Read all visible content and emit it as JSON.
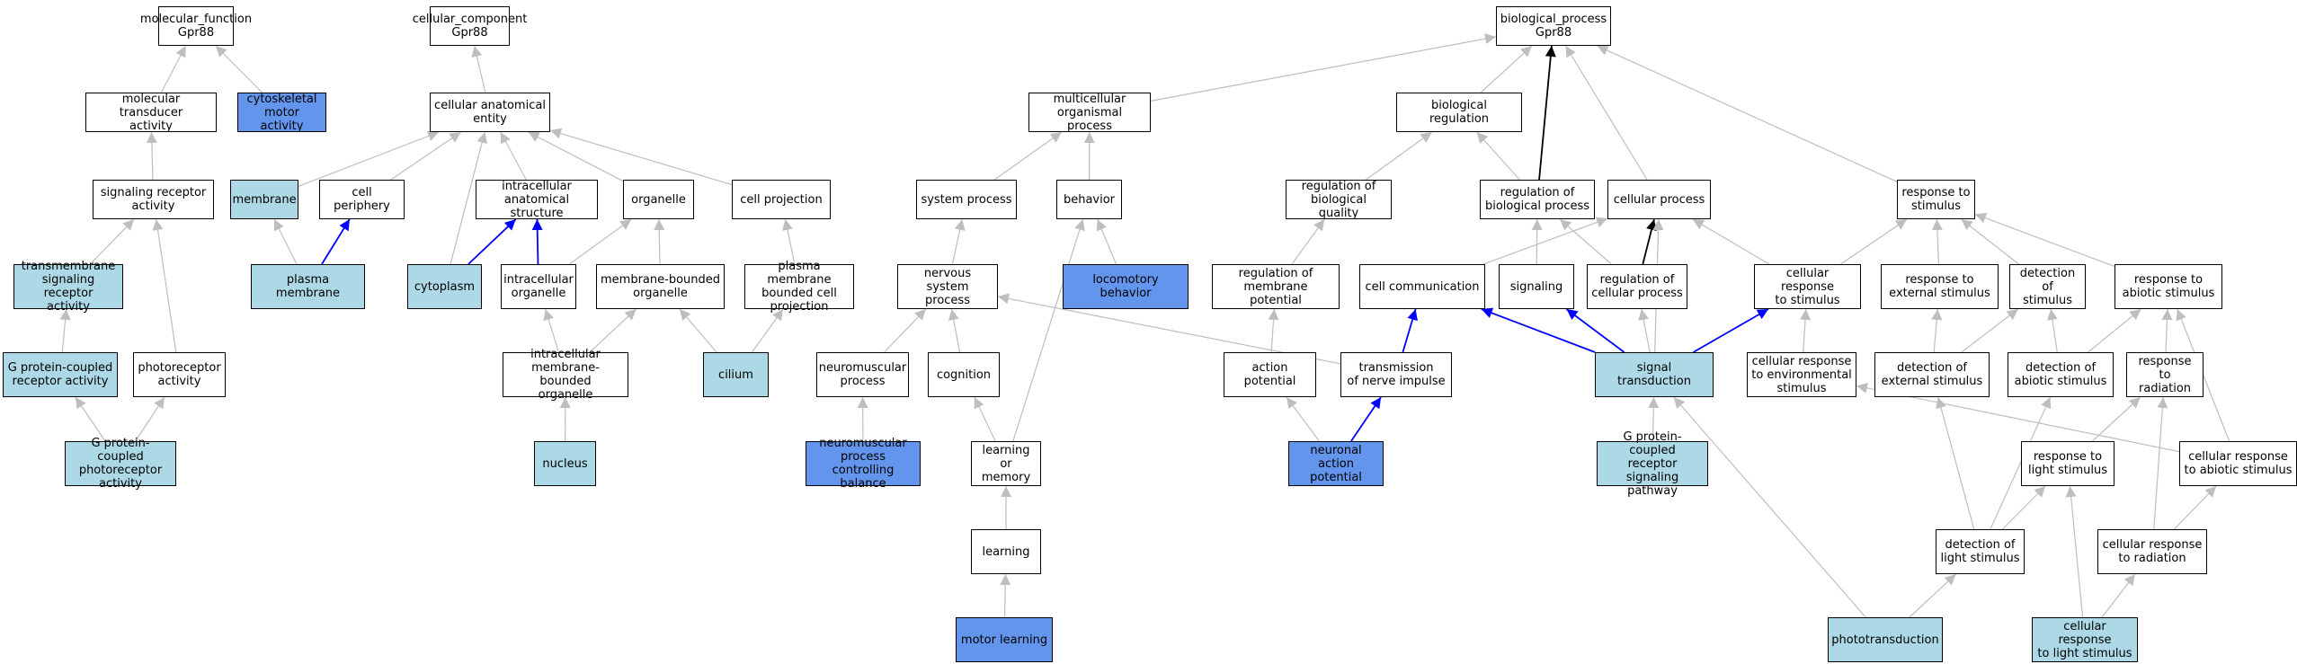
{
  "colors": {
    "light_node": "#add8e6",
    "dark_node": "#6495ed",
    "plain_node": "#ffffff",
    "edge_gray": "#bebebe",
    "edge_blue": "#0000ff",
    "edge_black": "#000000"
  },
  "nodes": [
    {
      "id": "mf",
      "label": "molecular_function\nGpr88",
      "fill": "white"
    },
    {
      "id": "cc",
      "label": "cellular_component\nGpr88",
      "fill": "white"
    },
    {
      "id": "bp",
      "label": "biological_process\nGpr88",
      "fill": "white"
    },
    {
      "id": "mta",
      "label": "molecular transducer\nactivity",
      "fill": "white"
    },
    {
      "id": "cma",
      "label": "cytoskeletal\nmotor activity",
      "fill": "dark"
    },
    {
      "id": "cae",
      "label": "cellular anatomical\nentity",
      "fill": "white"
    },
    {
      "id": "mop",
      "label": "multicellular\norganismal process",
      "fill": "white"
    },
    {
      "id": "breg",
      "label": "biological regulation",
      "fill": "white"
    },
    {
      "id": "sra",
      "label": "signaling receptor\nactivity",
      "fill": "white"
    },
    {
      "id": "memb",
      "label": "membrane",
      "fill": "light"
    },
    {
      "id": "cper",
      "label": "cell periphery",
      "fill": "white"
    },
    {
      "id": "ias",
      "label": "intracellular\nanatomical structure",
      "fill": "white"
    },
    {
      "id": "org",
      "label": "organelle",
      "fill": "white"
    },
    {
      "id": "cproj",
      "label": "cell projection",
      "fill": "white"
    },
    {
      "id": "sysp",
      "label": "system process",
      "fill": "white"
    },
    {
      "id": "beh",
      "label": "behavior",
      "fill": "white"
    },
    {
      "id": "rbq",
      "label": "regulation of\nbiological quality",
      "fill": "white"
    },
    {
      "id": "rbp",
      "label": "regulation of\nbiological process",
      "fill": "white"
    },
    {
      "id": "cellp",
      "label": "cellular process",
      "fill": "white"
    },
    {
      "id": "rts",
      "label": "response to\nstimulus",
      "fill": "white"
    },
    {
      "id": "tsra",
      "label": "transmembrane\nsignaling receptor\nactivity",
      "fill": "light"
    },
    {
      "id": "pm",
      "label": "plasma membrane",
      "fill": "light"
    },
    {
      "id": "cyto",
      "label": "cytoplasm",
      "fill": "light"
    },
    {
      "id": "io",
      "label": "intracellular\norganelle",
      "fill": "white"
    },
    {
      "id": "mbo",
      "label": "membrane-bounded\norganelle",
      "fill": "white"
    },
    {
      "id": "pmbcp",
      "label": "plasma membrane\nbounded cell\nprojection",
      "fill": "white"
    },
    {
      "id": "nsp",
      "label": "nervous system\nprocess",
      "fill": "white"
    },
    {
      "id": "locb",
      "label": "locomotory behavior",
      "fill": "dark"
    },
    {
      "id": "rmp",
      "label": "regulation of\nmembrane potential",
      "fill": "white"
    },
    {
      "id": "ccom",
      "label": "cell communication",
      "fill": "white"
    },
    {
      "id": "sig",
      "label": "signaling",
      "fill": "white"
    },
    {
      "id": "rcp",
      "label": "regulation of\ncellular process",
      "fill": "white"
    },
    {
      "id": "crs",
      "label": "cellular response\nto stimulus",
      "fill": "white"
    },
    {
      "id": "res",
      "label": "response to\nexternal stimulus",
      "fill": "white"
    },
    {
      "id": "dos",
      "label": "detection of\nstimulus",
      "fill": "white"
    },
    {
      "id": "ras",
      "label": "response to\nabiotic stimulus",
      "fill": "white"
    },
    {
      "id": "gpcra",
      "label": "G protein-coupled\nreceptor activity",
      "fill": "light"
    },
    {
      "id": "pra",
      "label": "photoreceptor\nactivity",
      "fill": "white"
    },
    {
      "id": "imbo",
      "label": "intracellular\nmembrane-bounded\norganelle",
      "fill": "white"
    },
    {
      "id": "cil",
      "label": "cilium",
      "fill": "light"
    },
    {
      "id": "nmp",
      "label": "neuromuscular\nprocess",
      "fill": "white"
    },
    {
      "id": "cog",
      "label": "cognition",
      "fill": "white"
    },
    {
      "id": "ap",
      "label": "action potential",
      "fill": "white"
    },
    {
      "id": "tni",
      "label": "transmission\nof nerve impulse",
      "fill": "white"
    },
    {
      "id": "st",
      "label": "signal transduction",
      "fill": "light"
    },
    {
      "id": "cres",
      "label": "cellular response\nto environmental\nstimulus",
      "fill": "white"
    },
    {
      "id": "does",
      "label": "detection of\nexternal stimulus",
      "fill": "white"
    },
    {
      "id": "doas",
      "label": "detection of\nabiotic stimulus",
      "fill": "white"
    },
    {
      "id": "rtr",
      "label": "response to\nradiation",
      "fill": "white"
    },
    {
      "id": "gpcpa",
      "label": "G protein-coupled\nphotoreceptor\nactivity",
      "fill": "light"
    },
    {
      "id": "nuc",
      "label": "nucleus",
      "fill": "light"
    },
    {
      "id": "npcb",
      "label": "neuromuscular\nprocess controlling\nbalance",
      "fill": "dark"
    },
    {
      "id": "lom",
      "label": "learning or\nmemory",
      "fill": "white"
    },
    {
      "id": "nap",
      "label": "neuronal action\npotential",
      "fill": "dark"
    },
    {
      "id": "gpcrsp",
      "label": "G protein-coupled\nreceptor signaling\npathway",
      "fill": "light"
    },
    {
      "id": "rtls",
      "label": "response to\nlight stimulus",
      "fill": "white"
    },
    {
      "id": "crtas",
      "label": "cellular response\nto abiotic stimulus",
      "fill": "white"
    },
    {
      "id": "lrn",
      "label": "learning",
      "fill": "white"
    },
    {
      "id": "dols",
      "label": "detection of\nlight stimulus",
      "fill": "white"
    },
    {
      "id": "crtr",
      "label": "cellular response\nto radiation",
      "fill": "white"
    },
    {
      "id": "ml",
      "label": "motor learning",
      "fill": "dark"
    },
    {
      "id": "ptd",
      "label": "phototransduction",
      "fill": "light"
    },
    {
      "id": "crtls",
      "label": "cellular response\nto light stimulus",
      "fill": "light"
    }
  ],
  "edges": [
    {
      "from": "mta",
      "to": "mf",
      "color": "gray"
    },
    {
      "from": "cma",
      "to": "mf",
      "color": "gray"
    },
    {
      "from": "sra",
      "to": "mta",
      "color": "gray"
    },
    {
      "from": "tsra",
      "to": "sra",
      "color": "gray"
    },
    {
      "from": "pra",
      "to": "sra",
      "color": "gray"
    },
    {
      "from": "gpcra",
      "to": "tsra",
      "color": "gray"
    },
    {
      "from": "gpcpa",
      "to": "gpcra",
      "color": "gray"
    },
    {
      "from": "gpcpa",
      "to": "pra",
      "color": "gray"
    },
    {
      "from": "cae",
      "to": "cc",
      "color": "gray"
    },
    {
      "from": "memb",
      "to": "cae",
      "color": "gray"
    },
    {
      "from": "cper",
      "to": "cae",
      "color": "gray"
    },
    {
      "from": "cyto",
      "to": "cae",
      "color": "gray"
    },
    {
      "from": "ias",
      "to": "cae",
      "color": "gray"
    },
    {
      "from": "org",
      "to": "cae",
      "color": "gray"
    },
    {
      "from": "cproj",
      "to": "cae",
      "color": "gray"
    },
    {
      "from": "pm",
      "to": "memb",
      "color": "gray"
    },
    {
      "from": "pm",
      "to": "cper",
      "color": "blue"
    },
    {
      "from": "cyto",
      "to": "ias",
      "color": "blue"
    },
    {
      "from": "io",
      "to": "ias",
      "color": "blue"
    },
    {
      "from": "io",
      "to": "org",
      "color": "gray"
    },
    {
      "from": "mbo",
      "to": "org",
      "color": "gray"
    },
    {
      "from": "pmbcp",
      "to": "cproj",
      "color": "gray"
    },
    {
      "from": "imbo",
      "to": "io",
      "color": "gray"
    },
    {
      "from": "imbo",
      "to": "mbo",
      "color": "gray"
    },
    {
      "from": "cil",
      "to": "mbo",
      "color": "gray"
    },
    {
      "from": "cil",
      "to": "pmbcp",
      "color": "gray"
    },
    {
      "from": "nuc",
      "to": "imbo",
      "color": "gray"
    },
    {
      "from": "mop",
      "to": "bp",
      "color": "gray"
    },
    {
      "from": "breg",
      "to": "bp",
      "color": "gray"
    },
    {
      "from": "rbp",
      "to": "bp",
      "color": "black"
    },
    {
      "from": "cellp",
      "to": "bp",
      "color": "gray"
    },
    {
      "from": "rts",
      "to": "bp",
      "color": "gray"
    },
    {
      "from": "sysp",
      "to": "mop",
      "color": "gray"
    },
    {
      "from": "beh",
      "to": "mop",
      "color": "gray"
    },
    {
      "from": "rbq",
      "to": "breg",
      "color": "gray"
    },
    {
      "from": "rbp",
      "to": "breg",
      "color": "gray"
    },
    {
      "from": "nsp",
      "to": "sysp",
      "color": "gray"
    },
    {
      "from": "locb",
      "to": "beh",
      "color": "gray"
    },
    {
      "from": "lom",
      "to": "beh",
      "color": "gray"
    },
    {
      "from": "rmp",
      "to": "rbq",
      "color": "gray"
    },
    {
      "from": "sig",
      "to": "rbp",
      "color": "gray"
    },
    {
      "from": "rcp",
      "to": "rbp",
      "color": "gray"
    },
    {
      "from": "ccom",
      "to": "cellp",
      "color": "gray"
    },
    {
      "from": "rcp",
      "to": "cellp",
      "color": "black"
    },
    {
      "from": "st",
      "to": "cellp",
      "color": "gray"
    },
    {
      "from": "crs",
      "to": "cellp",
      "color": "gray"
    },
    {
      "from": "crs",
      "to": "rts",
      "color": "gray"
    },
    {
      "from": "res",
      "to": "rts",
      "color": "gray"
    },
    {
      "from": "dos",
      "to": "rts",
      "color": "gray"
    },
    {
      "from": "ras",
      "to": "rts",
      "color": "gray"
    },
    {
      "from": "nmp",
      "to": "nsp",
      "color": "gray"
    },
    {
      "from": "cog",
      "to": "nsp",
      "color": "gray"
    },
    {
      "from": "tni",
      "to": "nsp",
      "color": "gray"
    },
    {
      "from": "ap",
      "to": "rmp",
      "color": "gray"
    },
    {
      "from": "st",
      "to": "ccom",
      "color": "blue"
    },
    {
      "from": "tni",
      "to": "ccom",
      "color": "blue"
    },
    {
      "from": "st",
      "to": "sig",
      "color": "blue"
    },
    {
      "from": "st",
      "to": "rcp",
      "color": "gray"
    },
    {
      "from": "st",
      "to": "crs",
      "color": "blue"
    },
    {
      "from": "cres",
      "to": "crs",
      "color": "gray"
    },
    {
      "from": "does",
      "to": "res",
      "color": "gray"
    },
    {
      "from": "does",
      "to": "dos",
      "color": "gray"
    },
    {
      "from": "doas",
      "to": "dos",
      "color": "gray"
    },
    {
      "from": "doas",
      "to": "ras",
      "color": "gray"
    },
    {
      "from": "rtr",
      "to": "ras",
      "color": "gray"
    },
    {
      "from": "crtas",
      "to": "ras",
      "color": "gray"
    },
    {
      "from": "npcb",
      "to": "nmp",
      "color": "gray"
    },
    {
      "from": "lom",
      "to": "cog",
      "color": "gray"
    },
    {
      "from": "nap",
      "to": "ap",
      "color": "gray"
    },
    {
      "from": "nap",
      "to": "tni",
      "color": "blue"
    },
    {
      "from": "gpcrsp",
      "to": "st",
      "color": "gray"
    },
    {
      "from": "ptd",
      "to": "st",
      "color": "gray"
    },
    {
      "from": "crtas",
      "to": "cres",
      "color": "gray"
    },
    {
      "from": "dols",
      "to": "does",
      "color": "gray"
    },
    {
      "from": "dols",
      "to": "doas",
      "color": "gray"
    },
    {
      "from": "rtls",
      "to": "rtr",
      "color": "gray"
    },
    {
      "from": "crtr",
      "to": "rtr",
      "color": "gray"
    },
    {
      "from": "dols",
      "to": "rtls",
      "color": "gray"
    },
    {
      "from": "crtls",
      "to": "rtls",
      "color": "gray"
    },
    {
      "from": "crtr",
      "to": "crtas",
      "color": "gray"
    },
    {
      "from": "lrn",
      "to": "lom",
      "color": "gray"
    },
    {
      "from": "ml",
      "to": "lrn",
      "color": "gray"
    },
    {
      "from": "ptd",
      "to": "dols",
      "color": "gray"
    },
    {
      "from": "crtls",
      "to": "crtr",
      "color": "gray"
    }
  ]
}
